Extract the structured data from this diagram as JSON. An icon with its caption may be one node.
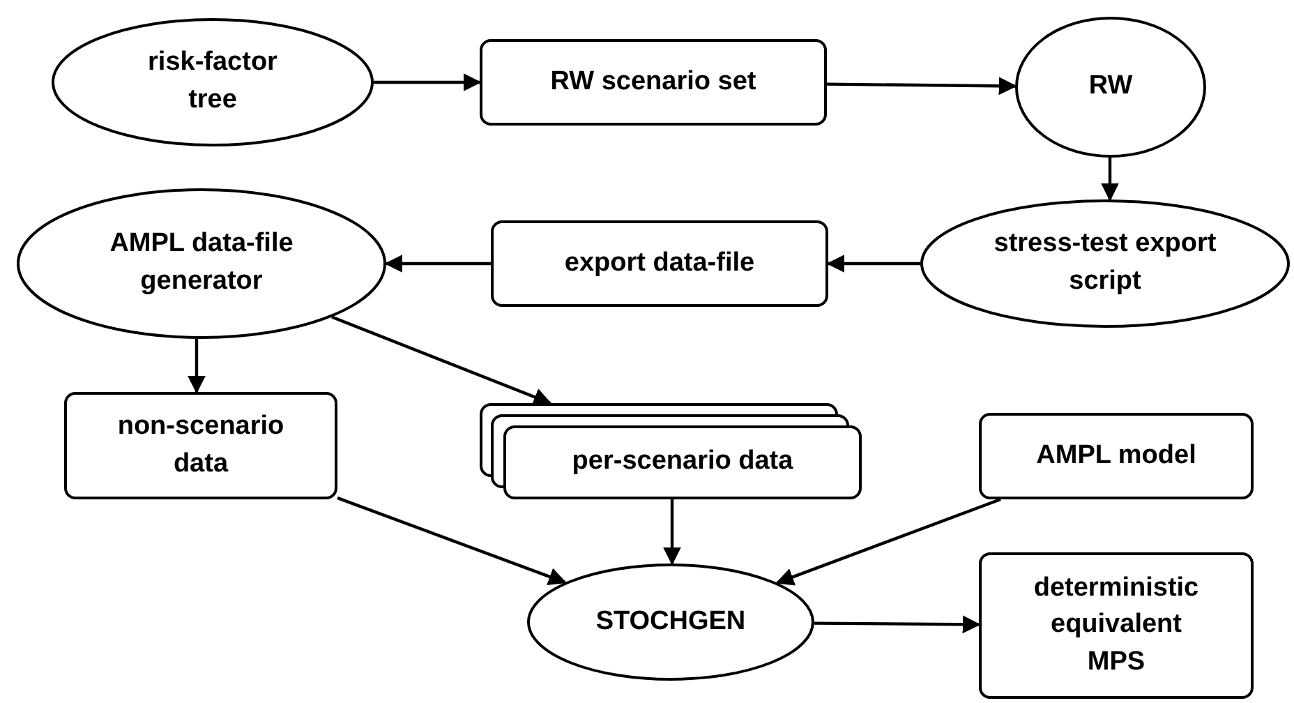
{
  "diagram": {
    "nodes": [
      {
        "text": [
          "risk-factor tree"
        ]
      },
      {
        "text": [
          "RW scenario set"
        ]
      },
      {
        "text": [
          "RW"
        ]
      },
      {
        "text": [
          "stress-test export script"
        ]
      },
      {
        "text": [
          "export data-file"
        ]
      },
      {
        "text": [
          "AMPL data-file generator"
        ]
      },
      {
        "text": [
          "non-scenario data"
        ]
      },
      {
        "text": [
          "per-scenario data"
        ]
      },
      {
        "text": [
          "AMPL model"
        ]
      },
      {
        "text": [
          "STOCHGEN"
        ]
      },
      {
        "text": [
          "deterministic equivalent MPS"
        ]
      }
    ],
    "edges": [
      {
        "from": 0,
        "to": 1,
        "arrow": "to"
      },
      {
        "from": 1,
        "to": 2,
        "arrow": "to"
      },
      {
        "from": 2,
        "to": 3,
        "arrow": "to"
      },
      {
        "from": 3,
        "to": 4,
        "arrow": "to"
      },
      {
        "from": 4,
        "to": 5,
        "arrow": "to"
      },
      {
        "from": 5,
        "to": 6,
        "arrow": "to"
      },
      {
        "from": 5,
        "to": 7,
        "arrow": "to"
      },
      {
        "from": 6,
        "to": 9,
        "arrow": "to"
      },
      {
        "from": 7,
        "to": 9,
        "arrow": "to"
      },
      {
        "from": 8,
        "to": 9,
        "arrow": "to"
      },
      {
        "from": 9,
        "to": 10,
        "arrow": "to"
      }
    ]
  }
}
